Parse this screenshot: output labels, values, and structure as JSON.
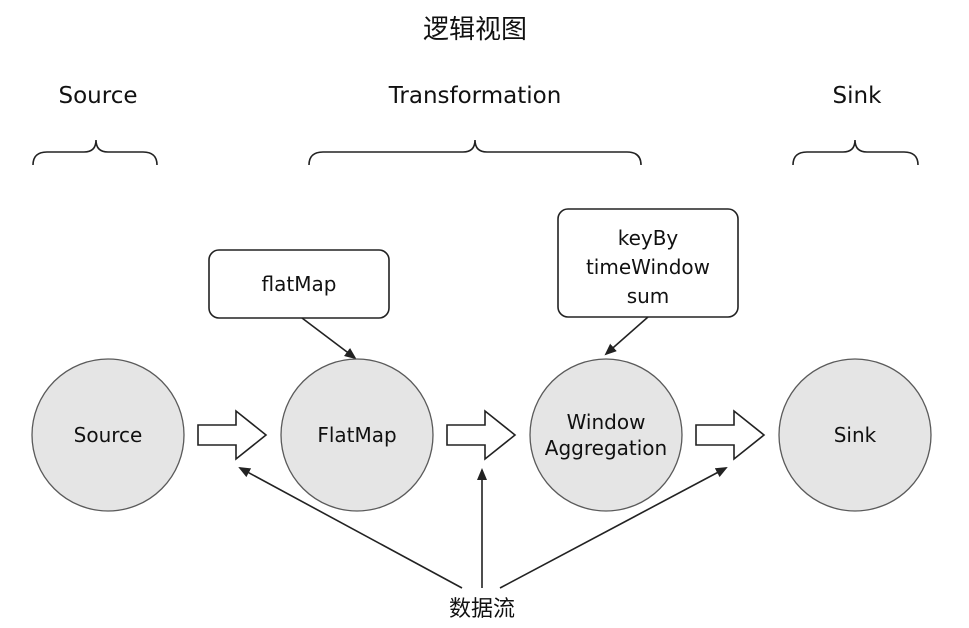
{
  "title": "逻辑视图",
  "sections": {
    "source": "Source",
    "transformation": "Transformation",
    "sink": "Sink"
  },
  "nodes": {
    "source": "Source",
    "flatmap": "FlatMap",
    "window_line1": "Window",
    "window_line2": "Aggregation",
    "sink": "Sink"
  },
  "boxes": {
    "flatmap": "flatMap",
    "window_line1": "keyBy",
    "window_line2": "timeWindow",
    "window_line3": "sum"
  },
  "data_flow_label": "数据流"
}
